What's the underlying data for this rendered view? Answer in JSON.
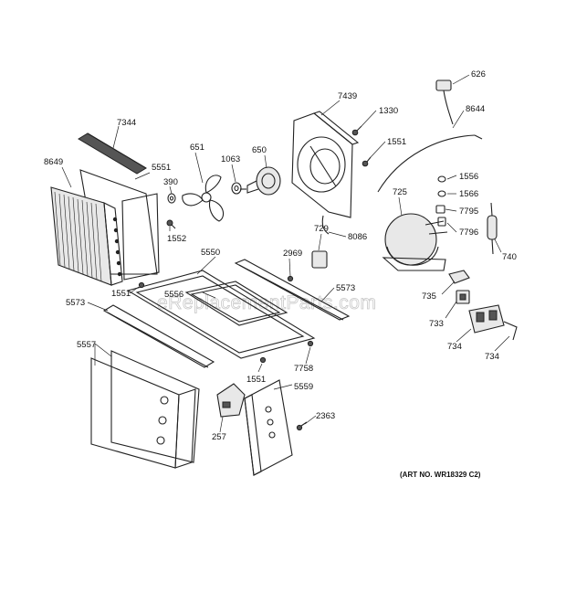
{
  "watermark": "eReplacementParts.com",
  "art_number": "(ART NO. WR18329 C2)",
  "callouts": {
    "p7344": "7344",
    "p8649": "8649",
    "p5551": "5551",
    "p390": "390",
    "p1552": "1552",
    "p651": "651",
    "p1063": "1063",
    "p650": "650",
    "p7439": "7439",
    "p1330": "1330",
    "p1551a": "1551",
    "p626": "626",
    "p8644": "8644",
    "p1556": "1556",
    "p1566": "1566",
    "p7795": "7795",
    "p7796": "7796",
    "p740": "740",
    "p725": "725",
    "p729": "729",
    "p8086": "8086",
    "p2969": "2969",
    "p5550": "5550",
    "p5556": "5556",
    "p5573a": "5573",
    "p1551b": "1551",
    "p5573b": "5573",
    "p735": "735",
    "p733": "733",
    "p734a": "734",
    "p734b": "734",
    "p5557": "5557",
    "p7758": "7758",
    "p1551c": "1551",
    "p5559": "5559",
    "p2363": "2363",
    "p257": "257"
  }
}
